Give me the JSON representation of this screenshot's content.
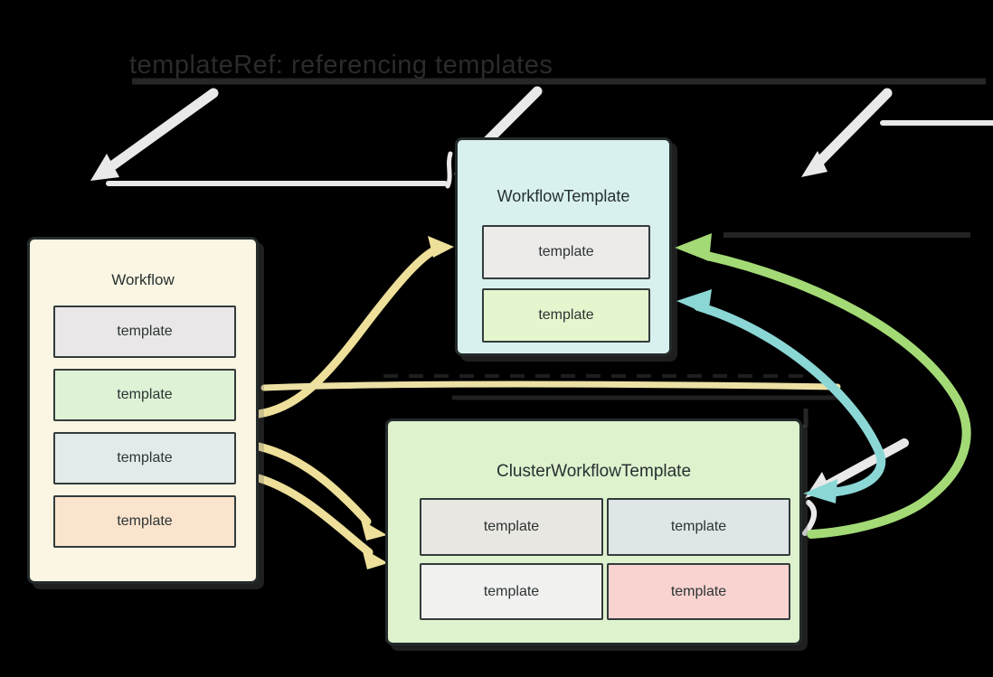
{
  "canvas": {
    "background": "#000000"
  },
  "title": {
    "text": "templateRef: referencing templates",
    "color": "#2b2b2b"
  },
  "boxes": {
    "workflow": {
      "label": "Workflow",
      "fill": "#faf6e3",
      "templates": [
        {
          "label": "template",
          "fill": "#e9e7e7"
        },
        {
          "label": "template",
          "fill": "#def2d6"
        },
        {
          "label": "template",
          "fill": "#e3eaea"
        },
        {
          "label": "template",
          "fill": "#fbe4cd"
        }
      ]
    },
    "workflow_template": {
      "label": "WorkflowTemplate",
      "fill": "#d8f1ef",
      "templates": [
        {
          "label": "template",
          "fill": "#edeaea"
        },
        {
          "label": "template",
          "fill": "#e5f5cd"
        }
      ]
    },
    "cluster_workflow_template": {
      "label": "ClusterWorkflowTemplate",
      "fill": "#def2ce",
      "templates": [
        {
          "label": "template",
          "fill": "#e9e7e2"
        },
        {
          "label": "template",
          "fill": "#dee6e7"
        },
        {
          "label": "template",
          "fill": "#f1f1ef"
        },
        {
          "label": "template",
          "fill": "#f8d3d0"
        }
      ]
    }
  },
  "arrows": {
    "yellow_workflow_to_workflowtemplate": {
      "color": "#eee09a"
    },
    "yellow_horizontal_reference": {
      "color": "#ece0a4"
    },
    "yellow_workflow_to_cwt_upper": {
      "color": "#eee09a"
    },
    "yellow_workflow_to_cwt_lower": {
      "color": "#eee09a"
    },
    "teal_workflowtemplate_cwt_bidirectional": {
      "color": "#8bd7d6"
    },
    "green_cwt_to_workflowtemplate": {
      "color": "#a3da76"
    },
    "sketch_gray": {
      "color": "#e9e9e9"
    },
    "sketch_dark": {
      "color": "#262626"
    }
  }
}
